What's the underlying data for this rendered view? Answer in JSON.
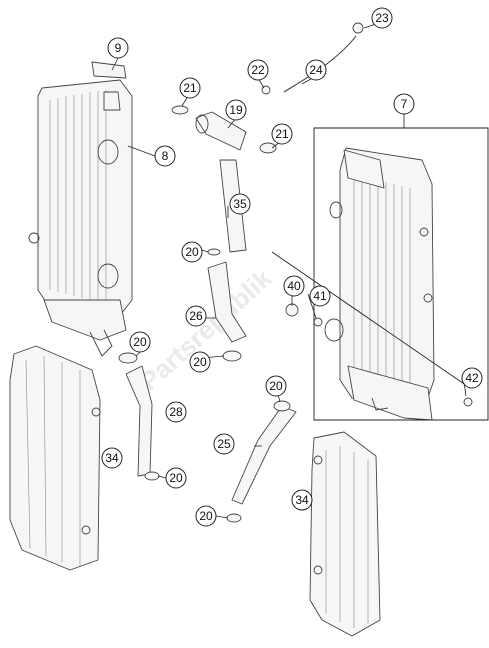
{
  "watermark": "Partsrepublik",
  "callouts": [
    {
      "id": "c9",
      "label": "9"
    },
    {
      "id": "c8",
      "label": "8"
    },
    {
      "id": "c21a",
      "label": "21"
    },
    {
      "id": "c19",
      "label": "19"
    },
    {
      "id": "c21b",
      "label": "21"
    },
    {
      "id": "c22",
      "label": "22"
    },
    {
      "id": "c24",
      "label": "24"
    },
    {
      "id": "c23",
      "label": "23"
    },
    {
      "id": "c7",
      "label": "7"
    },
    {
      "id": "c35",
      "label": "35"
    },
    {
      "id": "c20a",
      "label": "20"
    },
    {
      "id": "c40",
      "label": "40"
    },
    {
      "id": "c41",
      "label": "41"
    },
    {
      "id": "c26",
      "label": "26"
    },
    {
      "id": "c20b",
      "label": "20"
    },
    {
      "id": "c20c",
      "label": "20"
    },
    {
      "id": "c28",
      "label": "28"
    },
    {
      "id": "c42",
      "label": "42"
    },
    {
      "id": "c20d",
      "label": "20"
    },
    {
      "id": "c25",
      "label": "25"
    },
    {
      "id": "c34a",
      "label": "34"
    },
    {
      "id": "c20e",
      "label": "20"
    },
    {
      "id": "c34b",
      "label": "34"
    },
    {
      "id": "c20f",
      "label": "20"
    }
  ]
}
